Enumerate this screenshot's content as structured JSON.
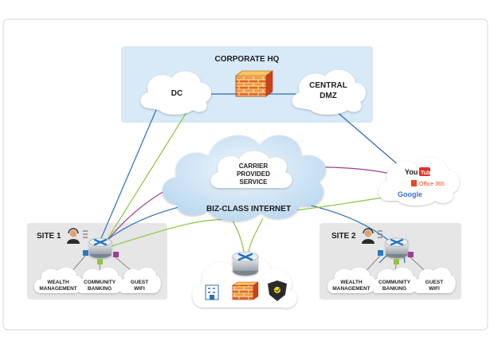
{
  "corporate_hq": {
    "title": "CORPORATE HQ",
    "dc_label": "DC",
    "dmz_line1": "CENTRAL",
    "dmz_line2": "DMZ"
  },
  "carrier": {
    "line1": "CARRIER",
    "line2": "PROVIDED",
    "line3": "SERVICE"
  },
  "internet": {
    "label": "BIZ-CLASS INTERNET"
  },
  "cloud_apps": {
    "youtube": "YouTube",
    "office365": "Office 365",
    "google": "Google"
  },
  "site1": {
    "title": "SITE 1",
    "wealth_line1": "WEALTH",
    "wealth_line2": "MANAGEMENT",
    "community_line1": "COMMUNITY",
    "community_line2": "BANKING",
    "guest_line1": "GUEST",
    "guest_line2": "WIFI"
  },
  "site2": {
    "title": "SITE 2",
    "wealth_line1": "WEALTH",
    "wealth_line2": "MANAGEMENT",
    "community_line1": "COMMUNITY",
    "community_line2": "BANKING",
    "guest_line1": "GUEST",
    "guest_line2": "WIFI"
  },
  "colors": {
    "hq_bg": "#d8e9f7",
    "site_bg": "#e6e6e6",
    "link_blue": "#2a6fb5",
    "link_green": "#8cc63f",
    "link_purple": "#a23c95",
    "cloud_blue": "#cde4f5"
  },
  "icons": [
    "firewall-icon",
    "router-icon",
    "user-headset-icon",
    "office-building-icon",
    "security-shield-icon",
    "youtube-logo",
    "office365-logo",
    "google-logo"
  ]
}
